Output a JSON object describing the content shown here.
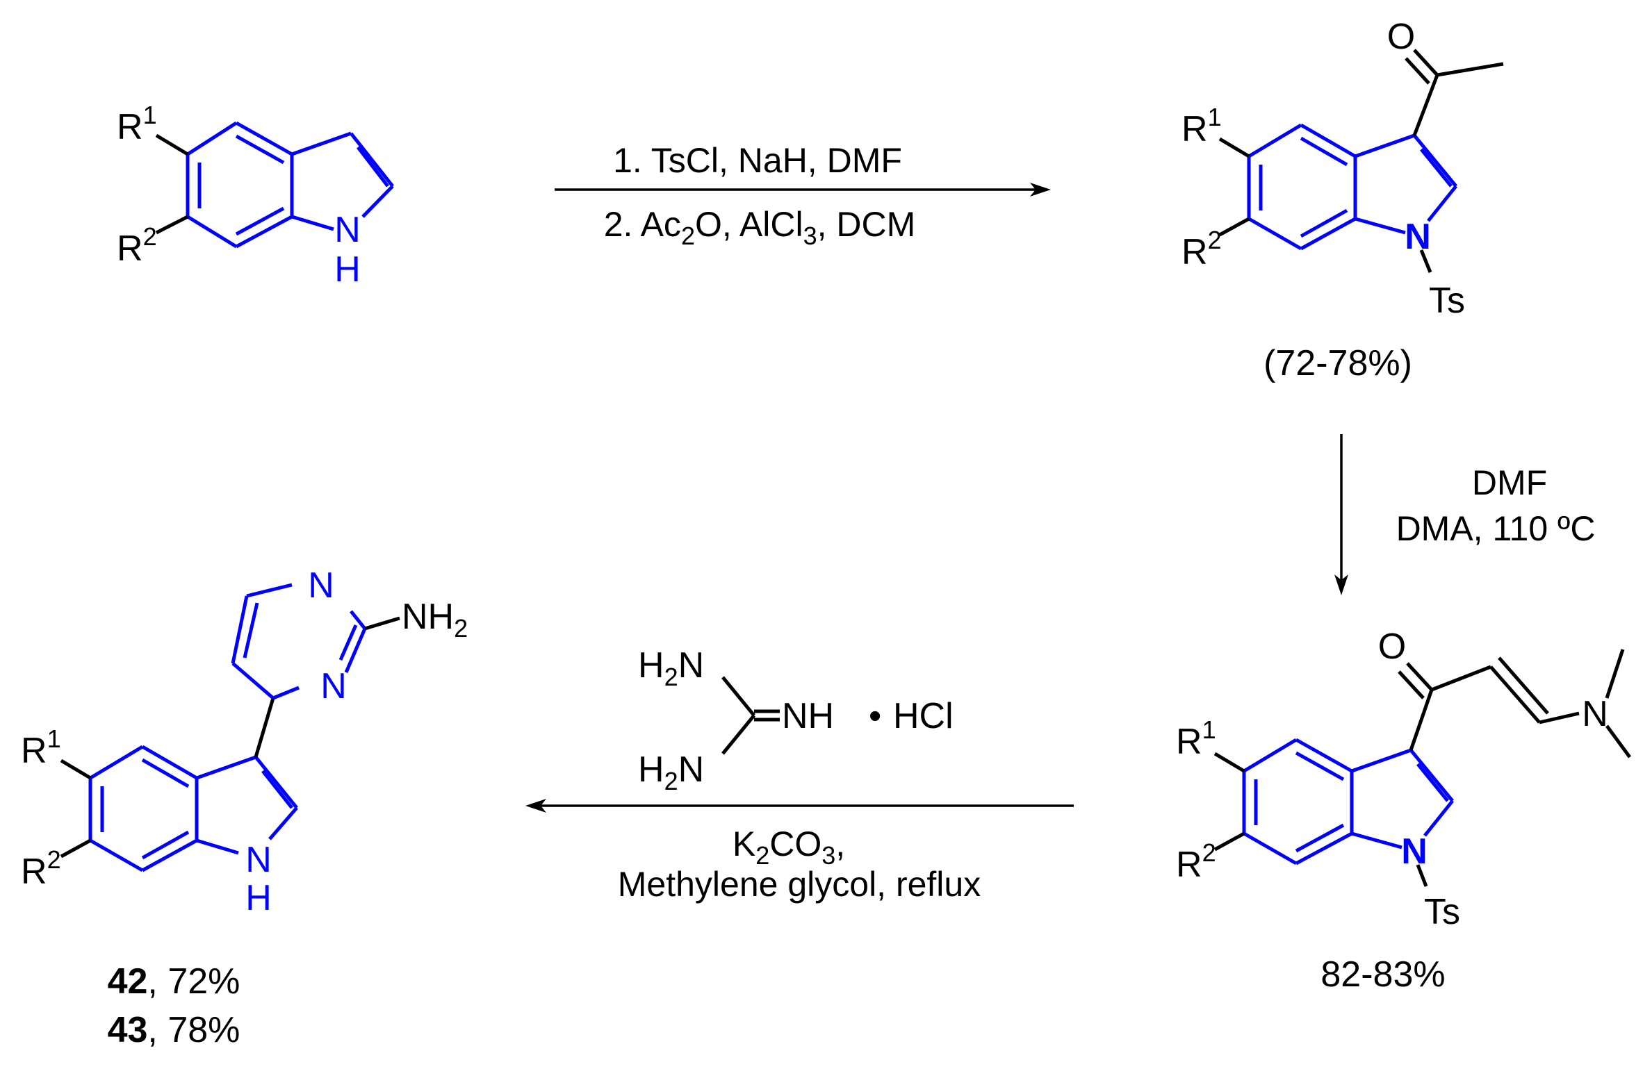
{
  "colors": {
    "ring": "#0000ff",
    "substituent": "#000000",
    "background": "#ffffff"
  },
  "labels": {
    "r": "R",
    "sup1": "1",
    "sup2": "2",
    "n": "N",
    "h": "H",
    "ts": "Ts",
    "o": "O",
    "nh2_n": "NH",
    "nh2_sub": "2",
    "h2n_h": "H",
    "h2n_sub": "2",
    "h2n_n": "N",
    "nh": "NH",
    "bullet": "•",
    "hcl": "HCl"
  },
  "step1": {
    "line1": "1. TsCl,  NaH, DMF",
    "line2_pre": "2.  Ac",
    "line2_sub1": "2",
    "line2_mid": "O, AlCl",
    "line2_sub2": "3",
    "line2_post": ", DCM"
  },
  "step2": {
    "line1": "DMF",
    "line2": "DMA, 110 ºC"
  },
  "step3": {
    "k_pre": "K",
    "k_sub1": "2",
    "k_mid": "CO",
    "k_sub2": "3",
    "k_post": ",",
    "line2": "Methylene glycol, reflux"
  },
  "yields": {
    "acetyl": "(72-78%)",
    "enaminone": "82-83%",
    "p42_id": "42",
    "p42_rest": ", 72%",
    "p43_id": "43",
    "p43_rest": ", 78%"
  }
}
